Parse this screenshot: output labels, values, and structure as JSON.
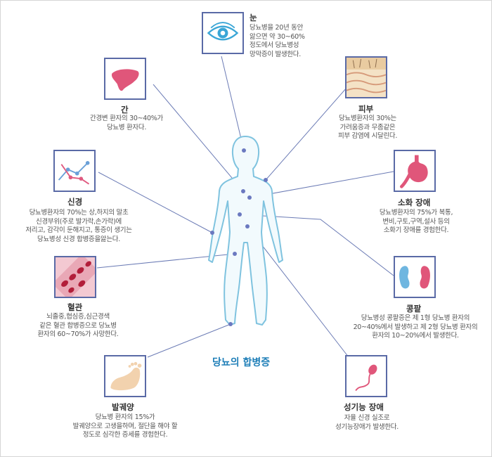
{
  "center_title": "당뇨의 합병증",
  "items": [
    {
      "title": "눈",
      "desc": "당뇨병을 20년 동안\n앓으면 약 30~60%\n정도에서 당뇨병성\n망막증이 발생한다.",
      "icon": "eye-icon"
    },
    {
      "title": "간",
      "desc": "간경변 환자의 30~40%가\n당뇨병 환자다.",
      "icon": "liver-icon"
    },
    {
      "title": "피부",
      "desc": "당뇨병환자의 30%는\n가려움증과 무좀같은\n피부 감염에 시달린다.",
      "icon": "skin-icon"
    },
    {
      "title": "신경",
      "desc": "당뇨병환자의 70%는 상,하지의 말초\n신경부위(주로 발가락,손가락)에\n저리고, 감각이 둔해지고, 통증이 생기는\n당뇨병성 신경 합병증을앓는다.",
      "icon": "nerve-icon"
    },
    {
      "title": "소화 장애",
      "desc": "당뇨병환자의 75%가 복통,\n변비,구토,구역,설사 등의\n소화기 장애를 경험한다.",
      "icon": "stomach-icon"
    },
    {
      "title": "혈관",
      "desc": "뇌졸중,협심증,심근경색\n같은 혈관 합병증으로 당뇨병\n환자의 60~70%가 사망한다.",
      "icon": "blood-vessel-icon"
    },
    {
      "title": "콩팥",
      "desc": "당뇨병성 콩팥증은 제 1형 당뇨병 환자의\n20~40%에서 발생하고 제 2형 당뇨병 환자의\n환자의 10~20%에서 발생한다.",
      "icon": "kidney-icon"
    },
    {
      "title": "발궤양",
      "desc": "당뇨병 환자의 15%가\n발궤양으로 고생을하며, 절단을 해야 할\n정도로 심각한 증세를 경험한다.",
      "icon": "foot-icon"
    },
    {
      "title": "성기능 장애",
      "desc": "자율 신경 실조로\n성기능장애가 발생한다.",
      "icon": "sperm-icon"
    }
  ]
}
